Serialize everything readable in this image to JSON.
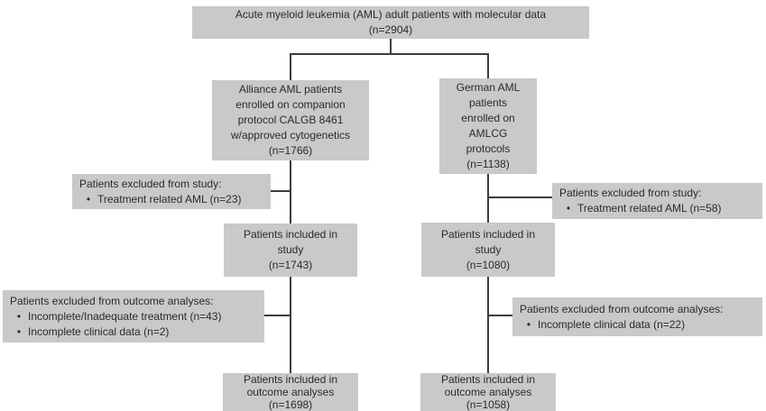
{
  "colors": {
    "box-fill": "#c9c9c9",
    "line-color": "#3d3d3d",
    "text-color": "#2a2a2a",
    "background": "#ffffff"
  },
  "bullet_char": "•",
  "boxes": {
    "total": {
      "line1": "Acute myeloid leukemia (AML) adult patients with molecular data",
      "line2": "(n=2904)"
    },
    "alliance": {
      "line1": "Alliance AML patients",
      "line2": "enrolled on companion",
      "line3": "protocol CALGB 8461",
      "line4": "w/approved cytogenetics",
      "line5": "(n=1766)"
    },
    "german": {
      "line1": "German AML",
      "line2": "patients",
      "line3": "enrolled on",
      "line4": "AMLCG",
      "line5": "protocols",
      "line6": "(n=1138)"
    },
    "excluded_study_left": {
      "header": "Patients excluded from study:",
      "bullet1": "Treatment related AML (n=23)"
    },
    "excluded_study_right": {
      "header": "Patients excluded from study:",
      "bullet1": "Treatment related AML (n=58)"
    },
    "included_study_left": {
      "line1": "Patients included in",
      "line2": "study",
      "line3": "(n=1743)"
    },
    "included_study_right": {
      "line1": "Patients included in",
      "line2": "study",
      "line3": "(n=1080)"
    },
    "excluded_outcome_left": {
      "header": "Patients excluded from outcome analyses:",
      "bullet1": "Incomplete/Inadequate treatment (n=43)",
      "bullet2": "Incomplete clinical data (n=2)"
    },
    "excluded_outcome_right": {
      "header": "Patients excluded from outcome analyses:",
      "bullet1": "Incomplete clinical data (n=22)"
    },
    "included_outcome_left": {
      "line1": "Patients included in",
      "line2": "outcome analyses",
      "line3": "(n=1698)"
    },
    "included_outcome_right": {
      "line1": "Patients included in",
      "line2": "outcome analyses",
      "line3": "(n=1058)"
    }
  }
}
